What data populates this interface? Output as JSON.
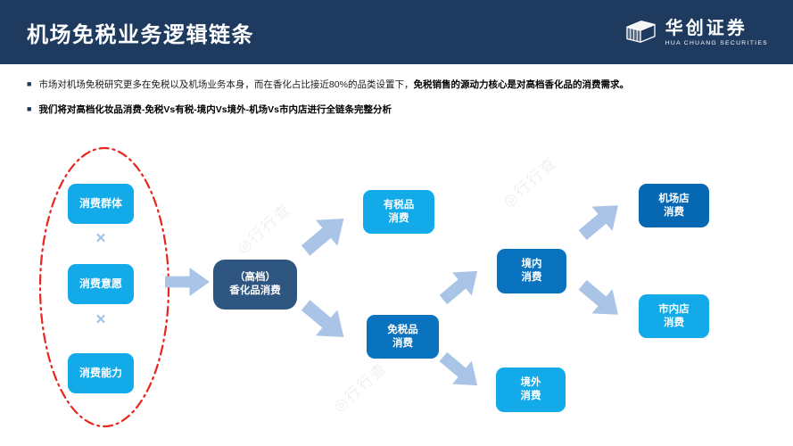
{
  "header": {
    "title": "机场免税业务逻辑链条",
    "logo": {
      "name": "华创证券",
      "subtitle": "HUA CHUANG SECURITIES",
      "icon": "cube-logo-icon"
    }
  },
  "bullets": [
    {
      "marker": "■",
      "normal": "市场对机场免税研究更多在免税以及机场业务本身，而在香化占比接近80%的品类设置下，",
      "bold": "免税销售的源动力核心是对高档香化品的消费需求。"
    },
    {
      "marker": "■",
      "normal": "",
      "bold": "我们将对高档化妆品消费-免税Vs有税-境内Vs境外-机场Vs市内店进行全链条完整分析"
    }
  ],
  "diagram": {
    "factor_nodes": [
      {
        "label": "消费群体"
      },
      {
        "label": "消费意愿"
      },
      {
        "label": "消费能力"
      }
    ],
    "multiply": "×",
    "center_node": {
      "line1": "（高档）",
      "line2": "香化品消费"
    },
    "tax_node": {
      "line1": "有税品",
      "line2": "消费"
    },
    "dutyfree_node": {
      "line1": "免税品",
      "line2": "消费"
    },
    "domestic_node": {
      "line1": "境内",
      "line2": "消费"
    },
    "overseas_node": {
      "line1": "境外",
      "line2": "消费"
    },
    "airport_node": {
      "line1": "机场店",
      "line2": "消费"
    },
    "downtown_node": {
      "line1": "市内店",
      "line2": "消费"
    },
    "watermark": "◎行行查"
  },
  "colors": {
    "header_bg": "#1E3A5F",
    "cyan_node": "#12AAE8",
    "blue_node": "#0973C0",
    "dark_blue_node": "#0668B2",
    "navy_node": "#2F5581",
    "arrow": "#A9C4E6",
    "ellipse_stroke": "#E8251F",
    "multiply": "#9DC3E6"
  }
}
